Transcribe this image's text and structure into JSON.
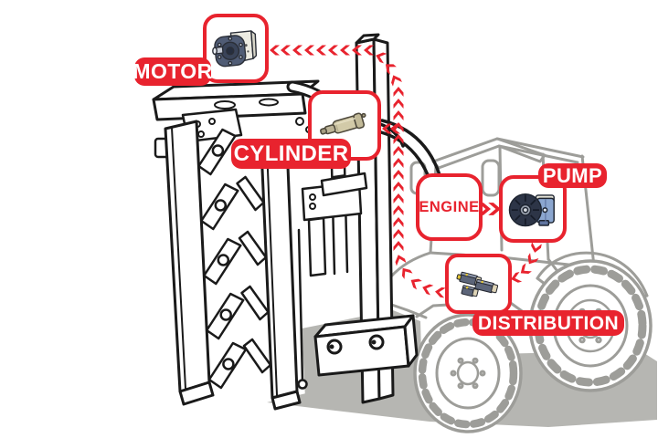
{
  "labels": {
    "motor": "MOTOR",
    "cylinder": "CYLINDER",
    "engine": "ENGINE",
    "pump": "PUMP",
    "distribution": "DISTRIBUTION"
  },
  "colors": {
    "accent_red": "#e8232e",
    "implement_line_black": "#1a1a1a",
    "tractor_line_gray": "#9d9d99",
    "ground_shadow_gray": "#b6b6b2",
    "background": "#ffffff"
  },
  "diagram": {
    "type": "flow",
    "scene": "tractor-with-vertical-hedge-cutter-implement",
    "nodes": [
      {
        "id": "engine",
        "label": "ENGINE",
        "kind": "label-box"
      },
      {
        "id": "pump",
        "label": "PUMP",
        "kind": "component-image",
        "icon": "gear-pump"
      },
      {
        "id": "distribution",
        "label": "DISTRIBUTION",
        "kind": "component-image",
        "icon": "valve-block"
      },
      {
        "id": "cylinder",
        "label": "CYLINDER",
        "kind": "component-image",
        "icon": "hydraulic-cylinder"
      },
      {
        "id": "motor",
        "label": "MOTOR",
        "kind": "component-image",
        "icon": "hydraulic-motor"
      }
    ],
    "edges": [
      {
        "from": "engine",
        "to": "pump",
        "style": "red-chevron-solid"
      },
      {
        "from": "pump",
        "to": "distribution",
        "style": "red-chevron-dashed"
      },
      {
        "from": "distribution",
        "to": "motor",
        "style": "red-chevron-dashed"
      },
      {
        "from": "distribution",
        "to": "cylinder",
        "style": "red-chevron-dashed"
      }
    ]
  }
}
